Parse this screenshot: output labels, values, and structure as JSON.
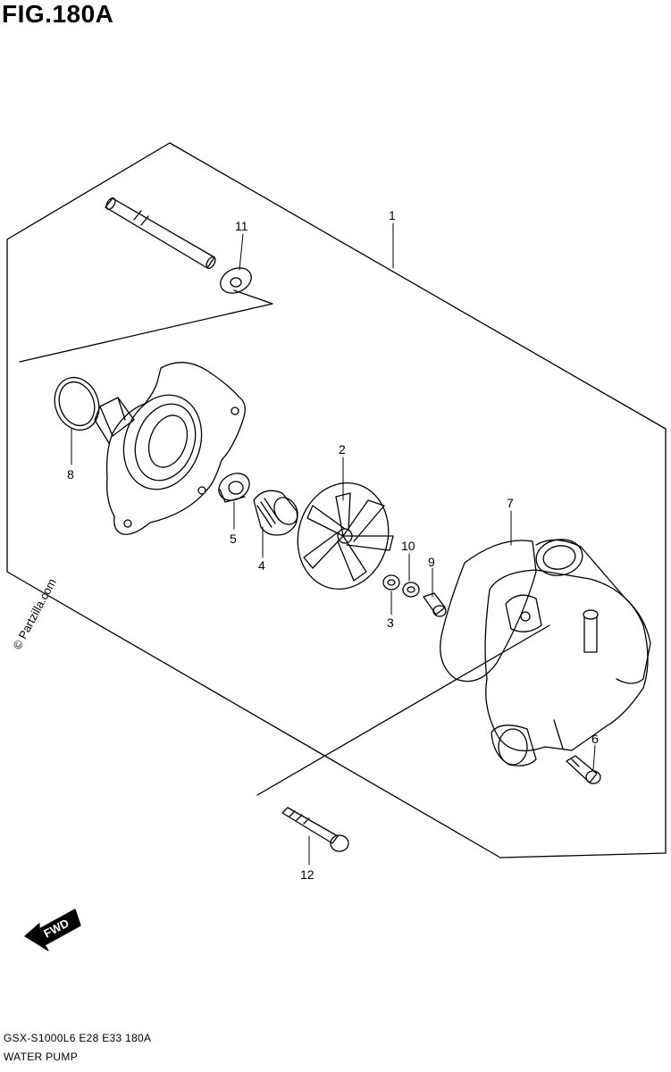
{
  "figure_title": "FIG.180A",
  "watermark": "© Partzilla.com",
  "fwd_label": "FWD",
  "footer": {
    "model_code": "GSX-S1000L6  E28  E33  180A",
    "section_name": "WATER PUMP"
  },
  "callouts": [
    "1",
    "2",
    "3",
    "4",
    "5",
    "6",
    "7",
    "8",
    "9",
    "10",
    "11",
    "12"
  ]
}
